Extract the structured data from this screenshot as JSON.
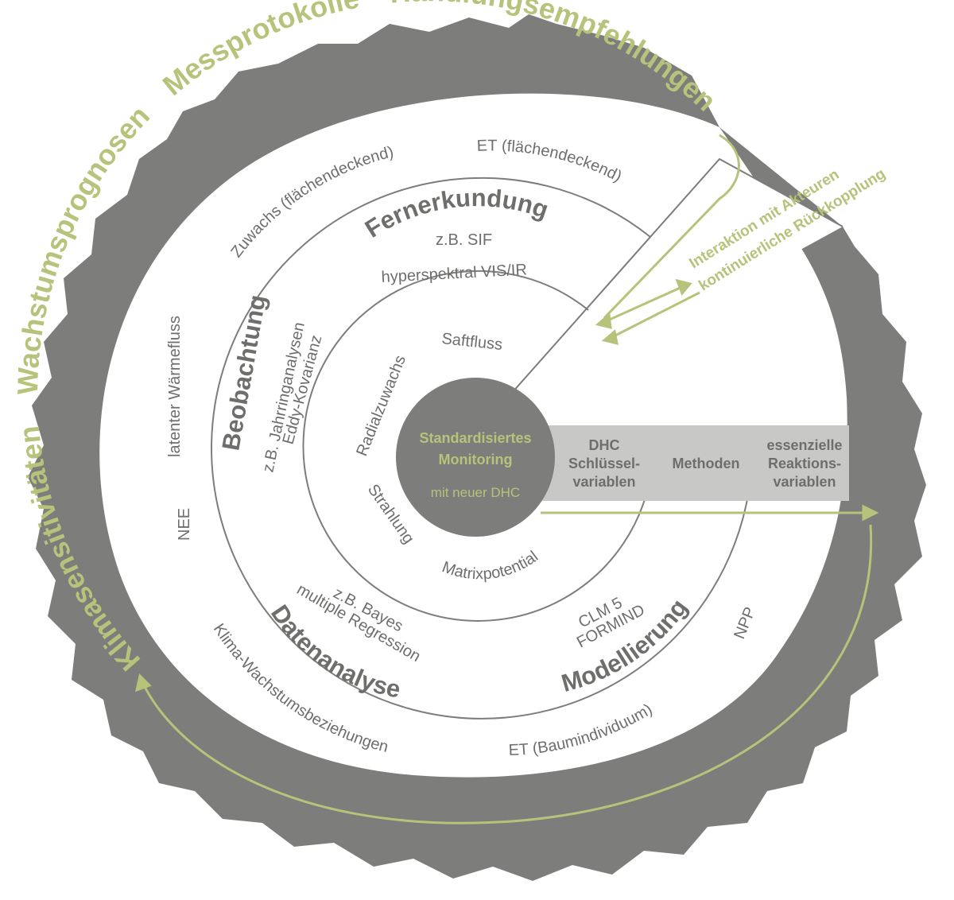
{
  "colors": {
    "bark": "#7d7d7b",
    "ring_line": "#7d7d7b",
    "text_gray": "#6e6e6c",
    "green": "#b7c27a",
    "panel": "#c8c8c6",
    "white": "#ffffff"
  },
  "outer": {
    "labels": [
      "Klimasensitivitäten",
      "Wachstumsprognosen",
      "Messprotokolle",
      "Handlungsempfehlungen"
    ]
  },
  "callout": {
    "line1": "Interaktion mit Akteuren",
    "line2": "kontinuierliche Rückkopplung"
  },
  "outer_ring": {
    "et_area": "ET (flächendeckend)",
    "growth_area": "Zuwachs (flächendeckend)",
    "latent_heat": "latenter Wärmefluss",
    "nee": "NEE",
    "climate_growth": "Klima-Wachstumsbeziehungen",
    "et_tree": "ET (Baumindividuum)",
    "npp": "NPP"
  },
  "middle_ring": {
    "remote_sensing": "Fernerkundung",
    "sif": "z.B. SIF",
    "hyperspectral": "hyperspektral VIS/IR",
    "observation": "Beobachtung",
    "tree_ring": "z.B. Jahrringanalysen",
    "eddy": "Eddy-Kovarianz",
    "data_analysis": "Datenanalyse",
    "bayes": "z.B. Bayes",
    "regression": "multiple Regression",
    "modeling": "Modellierung",
    "clm": "CLM 5",
    "formind": "FORMIND"
  },
  "inner_ring": {
    "sapflow": "Saftfluss",
    "radial": "Radialzuwachs",
    "radiation": "Strahlung",
    "matrix": "Matrixpotential"
  },
  "center": {
    "line1": "Standardisiertes",
    "line2": "Monitoring",
    "line3": "mit neuer DHC"
  },
  "band": {
    "key_vars": [
      "DHC",
      "Schlüssel-",
      "variablen"
    ],
    "methods": "Methoden",
    "reaction_vars": [
      "essenzielle",
      "Reaktions-",
      "variablen"
    ]
  }
}
